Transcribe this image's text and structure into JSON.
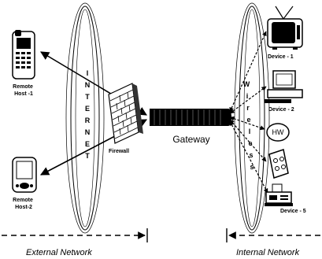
{
  "nodes": {
    "remote_host_1": "Remote\nHost -1",
    "remote_host_2": "Remote\nHost-2",
    "firewall": "Firewall",
    "gateway": "Gateway",
    "device_1": "Device - 1",
    "device_2": "Device - 2",
    "device_3": "HW",
    "device_5": "Device - 5"
  },
  "clouds": {
    "internet_letters": [
      "I",
      "N",
      "T",
      "E",
      "R",
      "N",
      "E",
      "T"
    ],
    "wireless_letters": [
      "W",
      "i",
      "r",
      "e",
      "l",
      "e",
      "s",
      "s"
    ]
  },
  "footer": {
    "external": "External Network",
    "internal": "Internal Network"
  }
}
